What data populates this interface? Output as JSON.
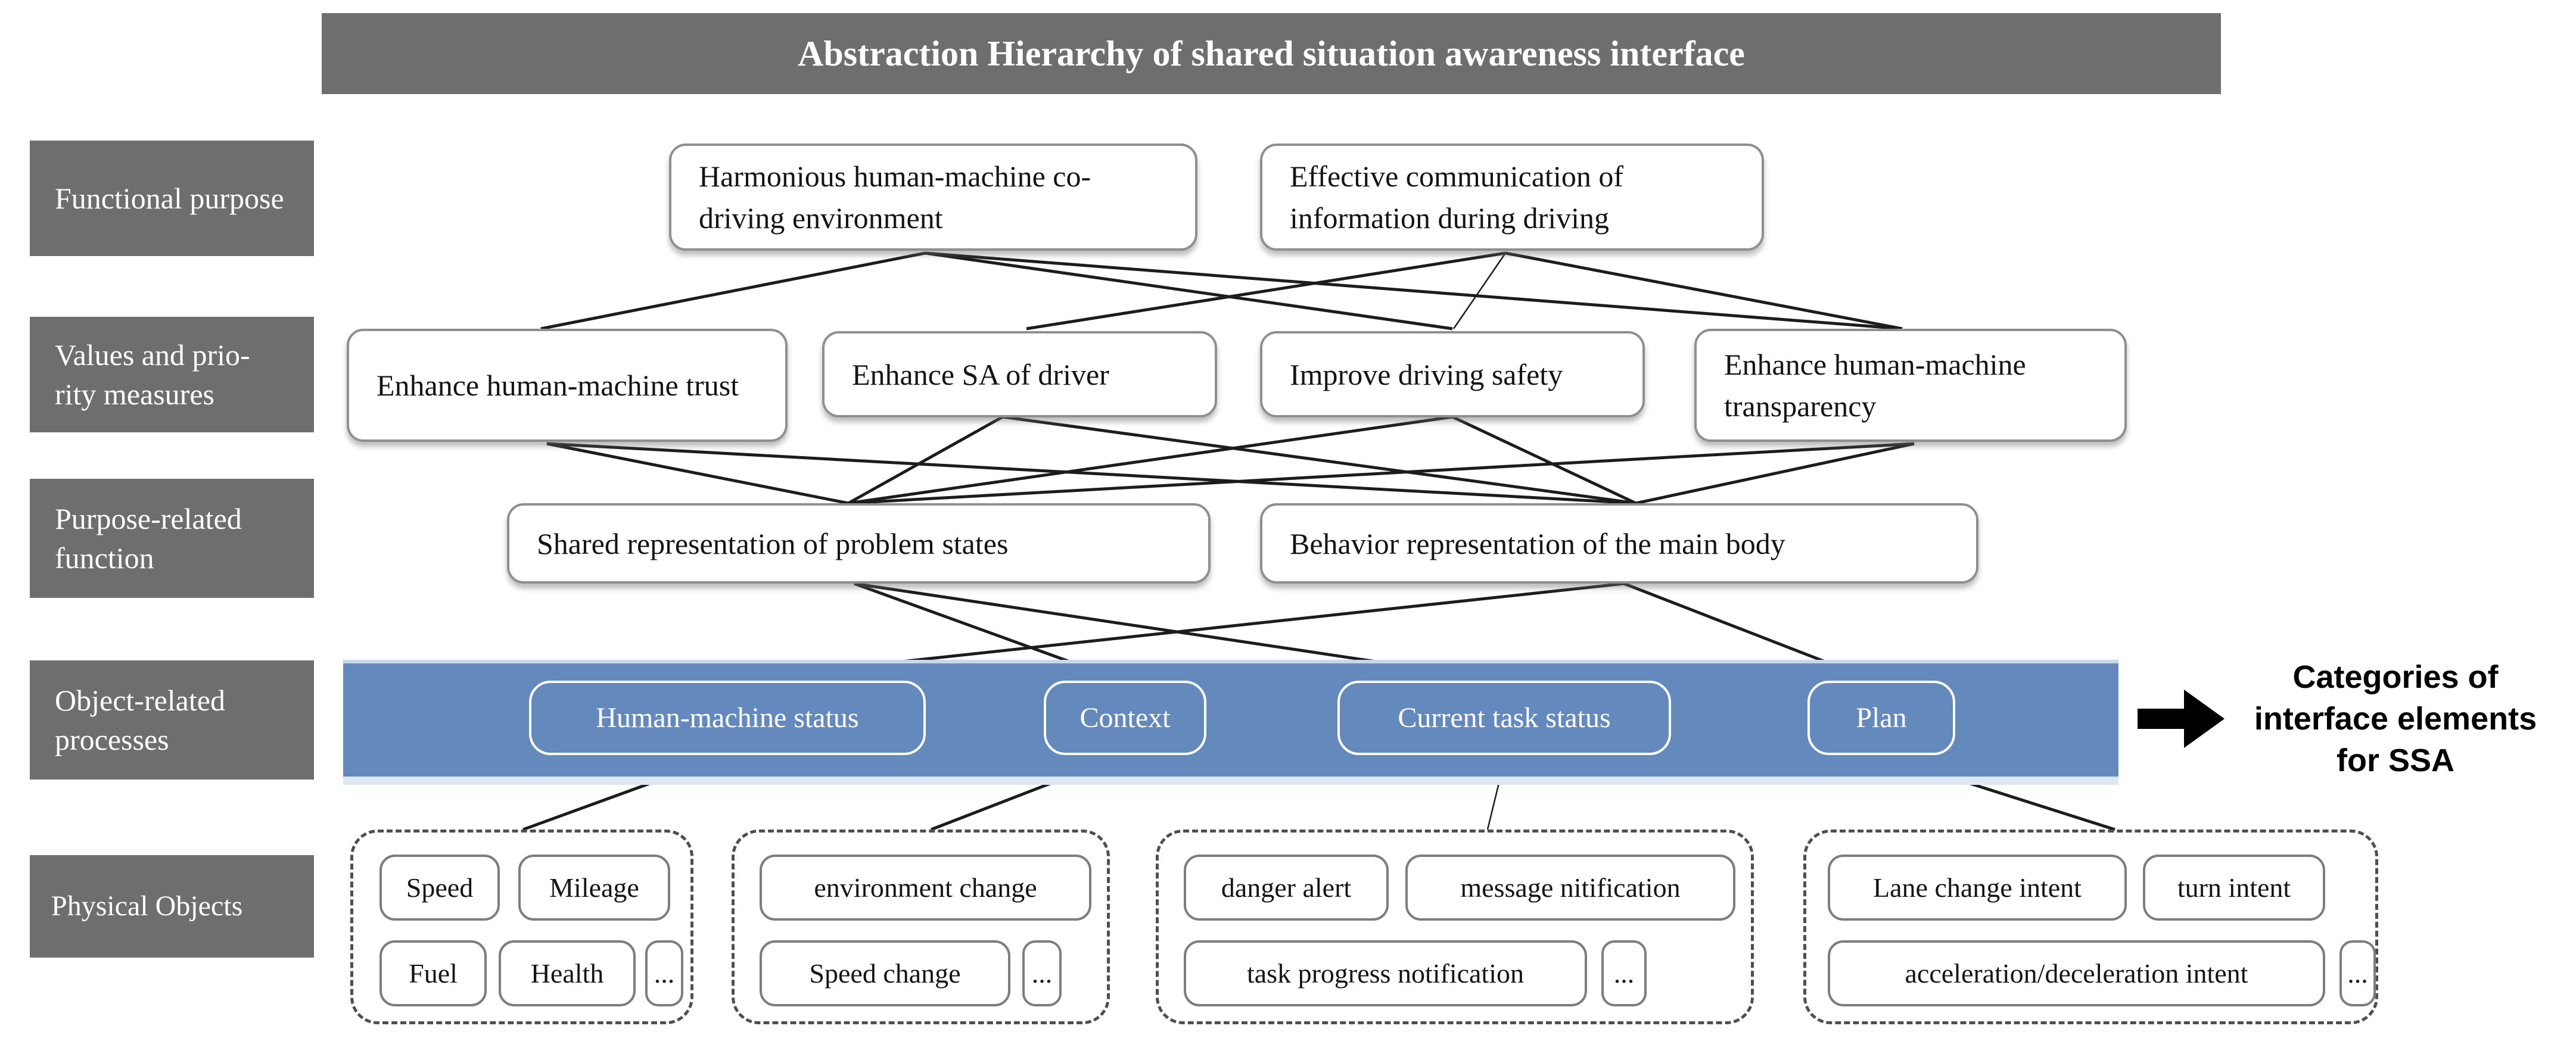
{
  "title": "Abstraction Hierarchy of shared situation awareness interface",
  "levels": {
    "l1": {
      "label": "Functional purpose",
      "n1": "Harmonious human-machine co-driving environment",
      "n2": "Effective communication of information during driving"
    },
    "l2": {
      "label": "Values and prio-\nrity measures",
      "n1": "Enhance human-machine trust",
      "n2": "Enhance SA of driver",
      "n3": "Improve driving safety",
      "n4": "Enhance human-machine transparency"
    },
    "l3": {
      "label": "Purpose-related function",
      "n1": "Shared representation of problem states",
      "n2": "Behavior representation of the main body"
    },
    "l4": {
      "label": "Object-related processes",
      "n1": "Human-machine status",
      "n2": "Context",
      "n3": "Current task status",
      "n4": "Plan"
    },
    "l5": {
      "label": "Physical Objects",
      "g1": {
        "b1": "Speed",
        "b2": "Mileage",
        "b3": "Fuel",
        "b4": "Health",
        "more": "..."
      },
      "g2": {
        "b1": "environment change",
        "b2": "Speed change",
        "more": "..."
      },
      "g3": {
        "b1": "danger alert",
        "b2": "message nitification",
        "b3": "task progress notification",
        "more": "..."
      },
      "g4": {
        "b1": "Lane change intent",
        "b2": "turn intent",
        "b3": "acceleration/deceleration intent",
        "more": "..."
      }
    }
  },
  "annotation": "Categories of\ninterface elements\nfor SSA",
  "colors": {
    "band_blue": "#6489bc",
    "bar_gray": "#6e6e6e",
    "line_black": "#1c1c1c"
  }
}
